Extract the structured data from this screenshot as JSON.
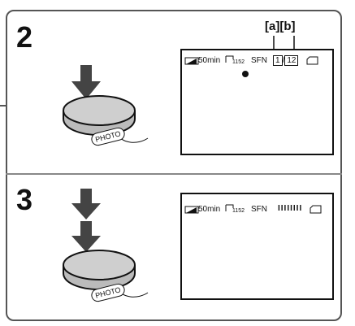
{
  "steps": [
    {
      "number": "2",
      "button_label": "PHOTO",
      "screen": {
        "tape_remaining": "50min",
        "image_size": "1152",
        "quality": "SFN",
        "current_index": "1",
        "separator": "/",
        "total_count": "12"
      },
      "callouts": {
        "a": "[a]",
        "b": "[b]"
      }
    },
    {
      "number": "3",
      "button_label": "PHOTO",
      "screen": {
        "tape_remaining": "50min",
        "image_size": "1152",
        "quality": "SFN",
        "progress_bars": "IIIIIIII"
      }
    }
  ],
  "icons": {
    "battery": "battery-icon",
    "image_size": "image-size-icon",
    "memory": "memory-card-icon",
    "press_arrow": "down-arrow-icon",
    "recording_dot": "recording-dot-icon"
  }
}
